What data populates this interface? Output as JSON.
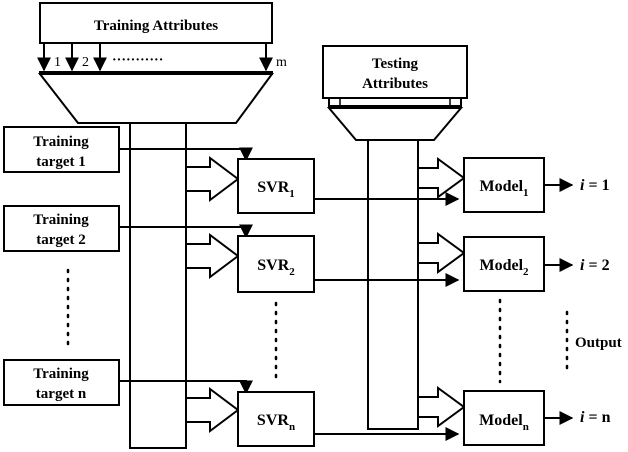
{
  "training_attributes": {
    "title": "Training Attributes",
    "inputs": [
      "1",
      "2",
      "m"
    ],
    "ellipsis": "···········"
  },
  "testing_attributes": {
    "line1": "Testing",
    "line2": "Attributes"
  },
  "training_targets": [
    {
      "line1": "Training",
      "line2": "target 1"
    },
    {
      "line1": "Training",
      "line2": "target 2"
    },
    {
      "line1": "Training",
      "line2": "target n"
    }
  ],
  "svr_blocks": [
    {
      "name": "SVR",
      "sub": "1"
    },
    {
      "name": "SVR",
      "sub": "2"
    },
    {
      "name": "SVR",
      "sub": "n"
    }
  ],
  "model_blocks": [
    {
      "name": "Model",
      "sub": "1"
    },
    {
      "name": "Model",
      "sub": "2"
    },
    {
      "name": "Model",
      "sub": "n"
    }
  ],
  "outputs": [
    {
      "var": "i",
      "eq": " = 1"
    },
    {
      "var": "i",
      "eq": " = 2"
    },
    {
      "var": "i",
      "eq": " = n"
    }
  ],
  "output_label": "Output"
}
